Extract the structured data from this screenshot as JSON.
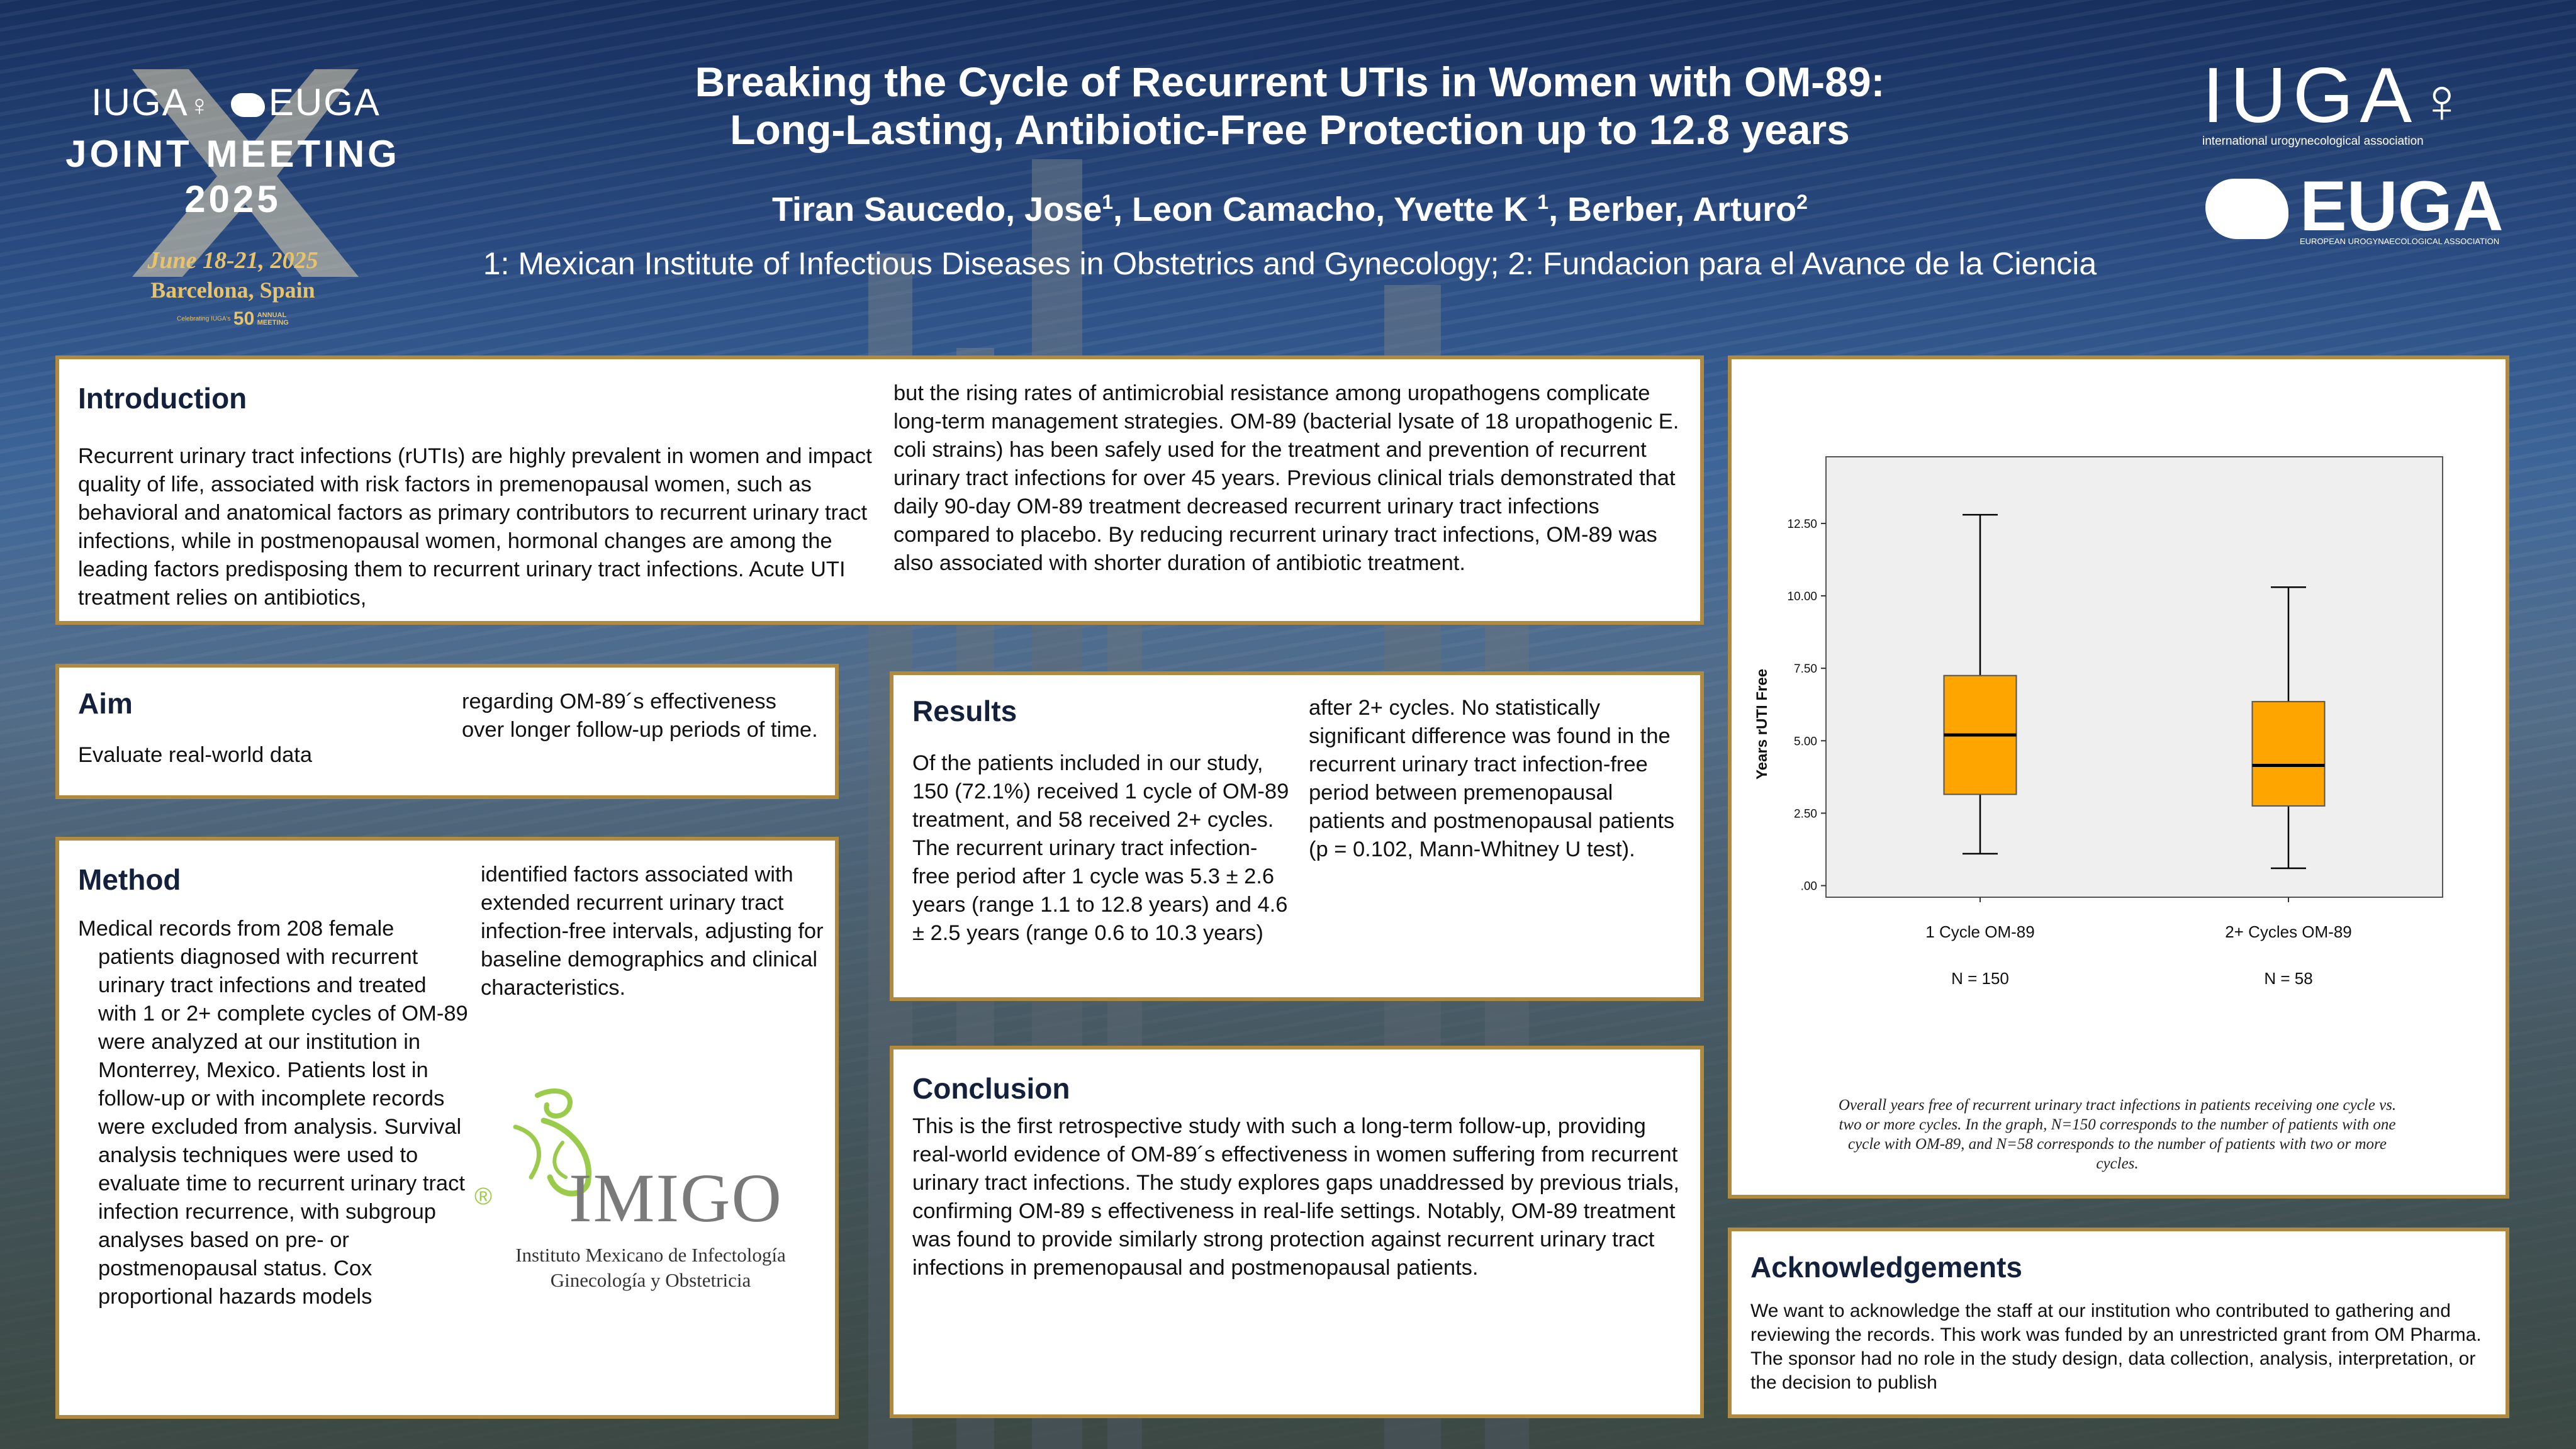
{
  "meeting": {
    "line1a": "IUGA",
    "line1b": "EUGA",
    "line2": "JOINT MEETING",
    "line3": "2025",
    "dates": "June 18-21, 2025",
    "place": "Barcelona, Spain",
    "anniv_small": "Celebrating IUGA's",
    "anniv_num": "50",
    "anniv_word1": "ANNUAL",
    "anniv_word2": "MEETING"
  },
  "title": {
    "line1": "Breaking the Cycle of Recurrent UTIs in Women with OM-89:",
    "line2": "Long-Lasting, Antibiotic-Free Protection up to 12.8 years"
  },
  "authors": {
    "a1": "Tiran Saucedo, Jose",
    "s1": "1",
    "a2": ", Leon Camacho, Yvette K ",
    "s2": "1",
    "a3": ", Berber, Arturo",
    "s3": "2"
  },
  "affiliation": "1: Mexican Institute of Infectious Diseases in Obstetrics and Gynecology; 2: Fundacion para el Avance de la Ciencia",
  "iuga_logo": {
    "name": "IUGA",
    "tagline": "international urogynecological association"
  },
  "euga_logo": {
    "name": "EUGA",
    "tagline": "EUROPEAN UROGYNAECOLOGICAL ASSOCIATION"
  },
  "introduction": {
    "heading": "Introduction",
    "col1": "Recurrent urinary tract infections (rUTIs) are highly prevalent in women and impact quality of life, associated with risk factors in premenopausal women, such as behavioral and anatomical factors as primary contributors to recurrent urinary tract infections, while in postmenopausal women, hormonal changes are among the leading factors predisposing them to recurrent urinary tract infections. Acute UTI treatment relies on antibiotics,",
    "col2": "but the rising rates of antimicrobial resistance among uropathogens complicate long-term management strategies. OM-89 (bacterial lysate of 18 uropathogenic E. coli strains) has been safely used for the treatment and prevention of recurrent urinary tract infections for over 45 years. Previous clinical trials demonstrated that daily 90-day OM-89 treatment decreased recurrent urinary tract infections compared to placebo. By reducing recurrent urinary tract infections, OM-89 was also associated with shorter duration of antibiotic treatment."
  },
  "aim": {
    "heading": "Aim",
    "col1": "Evaluate real-world data",
    "col2": "regarding OM-89´s effectiveness over longer follow-up periods of time."
  },
  "method": {
    "heading": "Method",
    "col1": "Medical records from 208 female patients diagnosed with recurrent urinary tract infections and treated with 1 or 2+ complete cycles of OM-89 were analyzed at our institution in Monterrey, Mexico. Patients lost in follow-up or with incomplete records were excluded from analysis. Survival analysis techniques were used to evaluate time to recurrent urinary tract infection recurrence, with subgroup analyses based on pre- or postmenopausal status. Cox proportional hazards models",
    "col2": "identified factors associated with extended recurrent urinary tract infection-free intervals, adjusting for baseline demographics and clinical characteristics."
  },
  "imigo": {
    "reg": "®",
    "name": "IMIGO",
    "line1": "Instituto Mexicano de Infectología",
    "line2": "Ginecología y Obstetricia"
  },
  "results": {
    "heading": "Results",
    "col1": "Of the patients included in our study, 150 (72.1%) received 1 cycle of OM-89 treatment, and 58 received 2+ cycles. The recurrent urinary tract infection-free period after 1 cycle was 5.3 ± 2.6 years (range 1.1 to 12.8 years) and 4.6 ± 2.5 years (range 0.6 to 10.3 years)",
    "col2": "after 2+ cycles. No statistically significant difference was found in the recurrent urinary tract infection-free period between premenopausal patients and postmenopausal patients (p = 0.102, Mann-Whitney U test)."
  },
  "conclusion": {
    "heading": "Conclusion",
    "text": "This is the first retrospective study with such a long-term follow-up, providing real-world evidence of OM-89´s effectiveness in women suffering from recurrent urinary tract infections. The study explores gaps unaddressed by previous trials, confirming OM-89 s effectiveness in real-life settings. Notably, OM-89 treatment was found to provide similarly strong protection against recurrent urinary tract infections in premenopausal and postmenopausal patients."
  },
  "acknowledgements": {
    "heading": "Acknowledgements",
    "text": "We want to acknowledge the staff at our institution who contributed to gathering and reviewing the records. This work was funded by an unrestricted grant from OM Pharma. The sponsor had no role in the study design, data collection, analysis, interpretation, or the decision to publish"
  },
  "chart_data": {
    "type": "boxplot",
    "ylabel": "Years rUTI Free",
    "ylim": [
      -0.4,
      14.8
    ],
    "yticks": [
      0,
      2.5,
      5,
      7.5,
      10,
      12.5
    ],
    "ytick_labels": [
      ".00",
      "2.50",
      "5.00",
      "7.50",
      "10.00",
      "12.50"
    ],
    "categories": [
      "1 Cycle OM-89",
      "2+ Cycles OM-89"
    ],
    "n_labels": [
      "N = 150",
      "N = 58"
    ],
    "boxes": [
      {
        "min": 1.1,
        "q1": 3.15,
        "median": 5.2,
        "q3": 7.25,
        "max": 12.8
      },
      {
        "min": 0.6,
        "q1": 2.75,
        "median": 4.15,
        "q3": 6.35,
        "max": 10.3
      }
    ],
    "box_color": "#ffa500",
    "plot_bg": "#efefef",
    "caption": "Overall years free of recurrent urinary tract infections in patients receiving one cycle vs. two or more cycles. In the graph, N=150 corresponds to the number of patients with one cycle with OM-89, and N=58 corresponds to the number of patients with two or more cycles."
  }
}
